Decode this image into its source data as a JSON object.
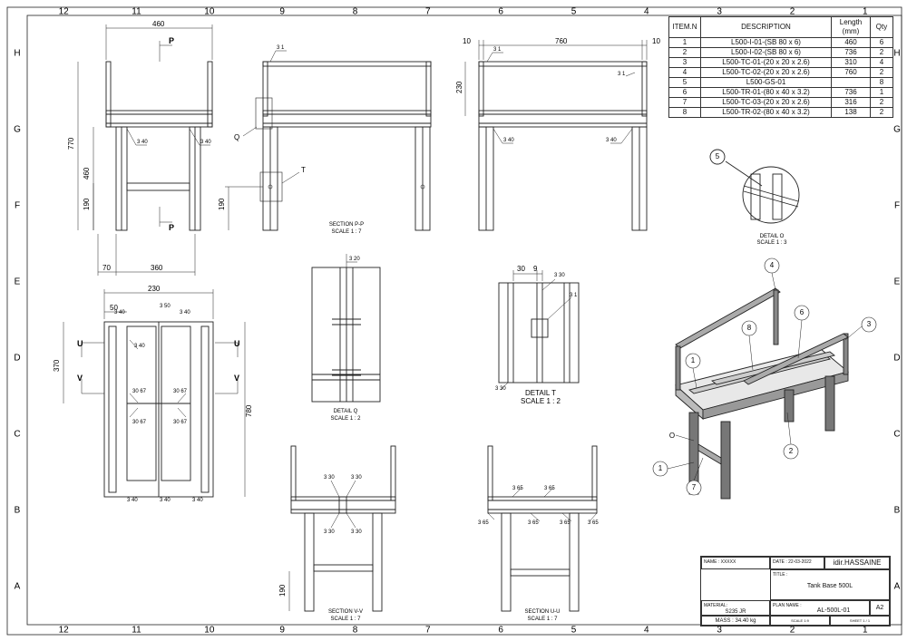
{
  "border": {
    "cols_top": [
      "12",
      "11",
      "10",
      "9",
      "8",
      "7",
      "6",
      "5",
      "4",
      "3",
      "2",
      "1"
    ],
    "cols_bottom": [
      "12",
      "11",
      "10",
      "9",
      "8",
      "7",
      "6",
      "5",
      "4",
      "3",
      "2",
      "1"
    ],
    "rows": [
      "H",
      "G",
      "F",
      "E",
      "D",
      "C",
      "B",
      "A"
    ]
  },
  "bom": {
    "headers": [
      "ITEM.N",
      "DESCRIPTION",
      "Length (mm)",
      "Qty"
    ],
    "rows": [
      [
        "1",
        "L500-I-01-(SB 80 x 6)",
        "460",
        "6"
      ],
      [
        "2",
        "L500-I-02-(SB 80 x 6)",
        "736",
        "2"
      ],
      [
        "3",
        "L500-TC-01-(20 x 20 x 2.6)",
        "310",
        "4"
      ],
      [
        "4",
        "L500-TC-02-(20 x 20 x 2.6)",
        "760",
        "2"
      ],
      [
        "5",
        "L500-GS-01",
        "",
        "8"
      ],
      [
        "6",
        "L500-TR-01-(80 x 40 x 3.2)",
        "736",
        "1"
      ],
      [
        "7",
        "L500-TC-03-(20 x 20 x 2.6)",
        "316",
        "2"
      ],
      [
        "8",
        "L500-TR-02-(80 x 40 x 3.2)",
        "138",
        "2"
      ]
    ]
  },
  "views": {
    "front": {
      "dims": [
        "460",
        "770",
        "460",
        "190",
        "70",
        "360"
      ],
      "section_marks": [
        "P",
        "P"
      ],
      "welds": [
        "3 40",
        "3 40"
      ]
    },
    "section_pp": {
      "title": "SECTION P-P",
      "scale": "SCALE 1 : 7",
      "dims": [
        "190"
      ],
      "callouts": [
        "Q",
        "T"
      ],
      "welds": [
        "3 1"
      ]
    },
    "side": {
      "dims": [
        "10",
        "760",
        "10",
        "230"
      ],
      "welds": [
        "3 1",
        "3 1",
        "3 40",
        "3 40"
      ]
    },
    "detail_o": {
      "title": "DETAIL O",
      "scale": "SCALE 1 : 3",
      "balloon": "5"
    },
    "top": {
      "dims": [
        "230",
        "50",
        "370",
        "780"
      ],
      "section_marks": [
        "U",
        "U",
        "V",
        "V"
      ],
      "welds": [
        "3 40",
        "3 50",
        "3 40",
        "3 40",
        "3 40",
        "3 40",
        "3 40"
      ],
      "welds_angle": [
        "30 67",
        "30 67",
        "30 67",
        "30 67"
      ]
    },
    "detail_q": {
      "title": "DETAIL Q",
      "scale": "SCALE 1 : 2",
      "welds": [
        "3 20"
      ]
    },
    "detail_t": {
      "title": "DETAIL T",
      "scale": "SCALE 1 : 2",
      "dims": [
        "30",
        "9"
      ],
      "welds": [
        "3 30",
        "3 1",
        "3 30"
      ]
    },
    "section_vv": {
      "title": "SECTION V-V",
      "scale": "SCALE 1 : 7",
      "dims": [
        "190"
      ],
      "welds": [
        "3 30",
        "3 30",
        "3 30",
        "3 30"
      ]
    },
    "section_uu": {
      "title": "SECTION U-U",
      "scale": "SCALE 1 : 7",
      "welds": [
        "3 65",
        "3 65",
        "3 65",
        "3 65",
        "3 65",
        "3 65"
      ]
    },
    "iso": {
      "balloons": [
        "4",
        "3",
        "6",
        "8",
        "1",
        "O",
        "1",
        "7",
        "2"
      ]
    }
  },
  "title_block": {
    "name": "NAME : XXXXX",
    "date": "DATE : 22-03-2022",
    "author": "idir.HASSAINE",
    "title_label": "TITLE :",
    "title": "Tank Base 500L",
    "material_label": "MATERIAL:",
    "material": "S235 JR",
    "plan_label": "PLAN NAME :",
    "plan": "AL-500L-01",
    "size": "A2",
    "mass": "MASS : 34.40 kg",
    "scale": "SCALE 1:9",
    "sheet": "SHEET 1 / 1"
  }
}
